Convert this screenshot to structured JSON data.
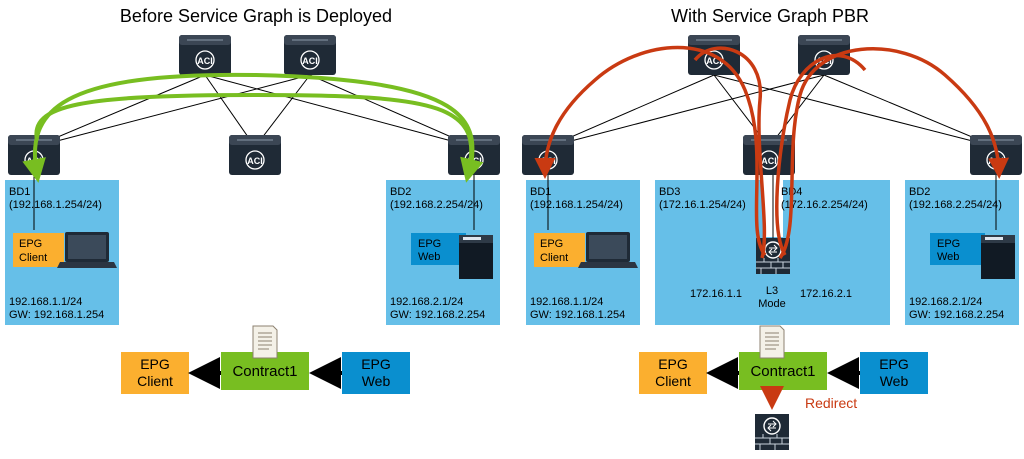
{
  "left": {
    "title": "Before Service Graph is Deployed",
    "bd1": {
      "name": "BD1",
      "subnet": "(192.168.1.254/24)",
      "ip": "192.168.1.1/24",
      "gw": "GW: 192.168.1.254"
    },
    "bd2": {
      "name": "BD2",
      "subnet": "(192.168.2.254/24)",
      "ip": "192.168.2.1/24",
      "gw": "GW: 192.168.2.254"
    },
    "epg_client": {
      "line1": "EPG",
      "line2": "Client"
    },
    "epg_web": {
      "line1": "EPG",
      "line2": "Web"
    },
    "contract_flow": {
      "client1": "EPG",
      "client2": "Client",
      "contract": "Contract1",
      "web1": "EPG",
      "web2": "Web"
    }
  },
  "right": {
    "title": "With Service Graph PBR",
    "bd1": {
      "name": "BD1",
      "subnet": "(192.168.1.254/24)",
      "ip": "192.168.1.1/24",
      "gw": "GW: 192.168.1.254"
    },
    "bd3": {
      "name": "BD3",
      "subnet": "(172.16.1.254/24)",
      "ip": "172.16.1.1"
    },
    "bd4": {
      "name": "BD4",
      "subnet": "(172.16.2.254/24)",
      "ip": "172.16.2.1"
    },
    "l3": {
      "line1": "L3",
      "line2": "Mode"
    },
    "bd2": {
      "name": "BD2",
      "subnet": "(192.168.2.254/24)",
      "ip": "192.168.2.1/24",
      "gw": "GW: 192.168.2.254"
    },
    "epg_client": {
      "line1": "EPG",
      "line2": "Client"
    },
    "epg_web": {
      "line1": "EPG",
      "line2": "Web"
    },
    "contract_flow": {
      "client1": "EPG",
      "client2": "Client",
      "contract": "Contract1",
      "web1": "EPG",
      "web2": "Web",
      "redirect": "Redirect"
    }
  },
  "switch_label": "ACI",
  "colors": {
    "bd_blue": "#66bfe8",
    "epg_orange": "#fbaf2f",
    "epg_blue": "#0a8fcf",
    "contract_green": "#78be21",
    "flow_green": "#78be21",
    "flow_red": "#c93a12",
    "switch_dark": "#1f2a36"
  }
}
